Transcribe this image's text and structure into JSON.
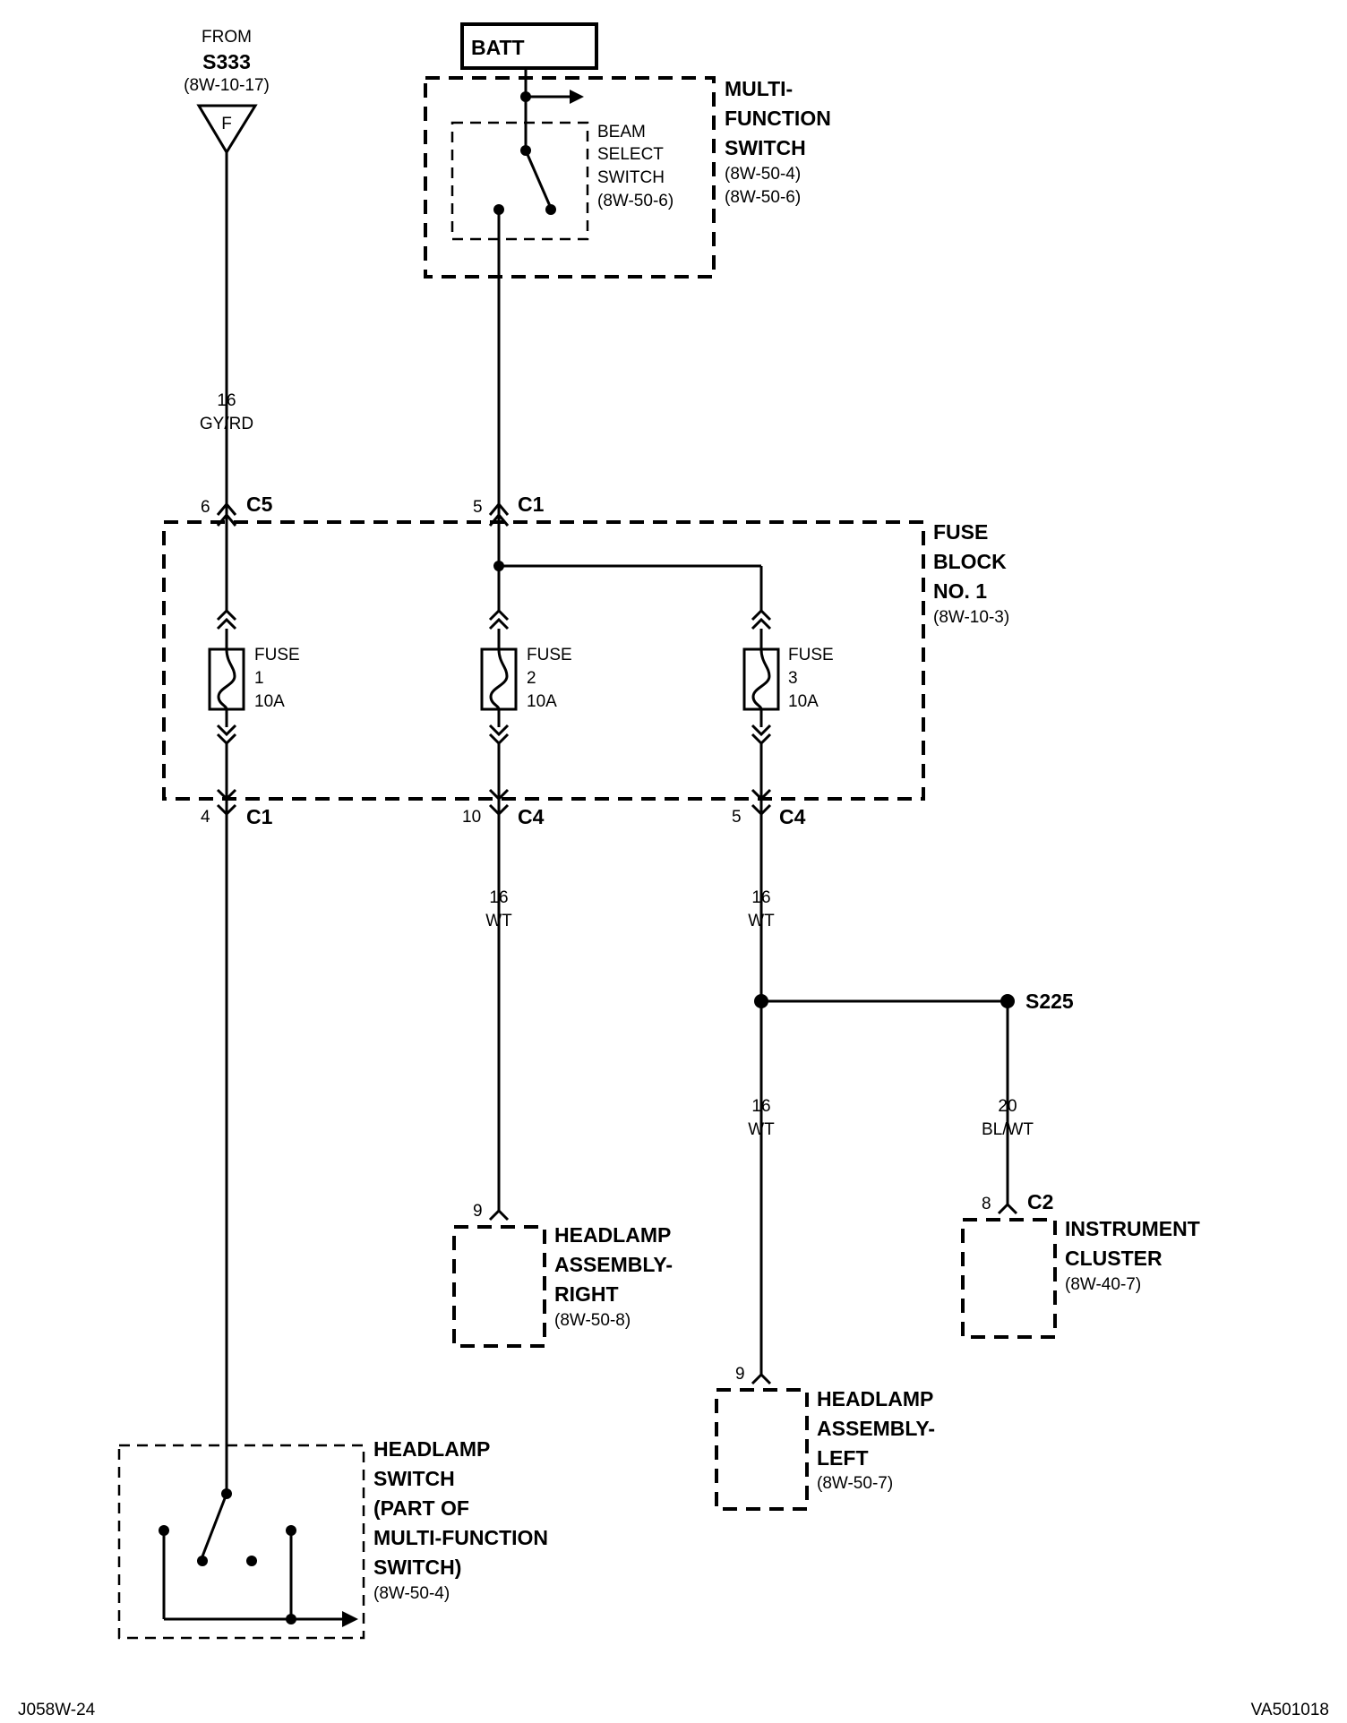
{
  "source": {
    "from_label": "FROM",
    "splice": "S333",
    "ref": "(8W-10-17)",
    "connector_letter": "F"
  },
  "batt_label": "BATT",
  "multi_function_switch": {
    "title_lines": [
      "MULTI-",
      "FUNCTION",
      "SWITCH"
    ],
    "refs": [
      "(8W-50-4)",
      "(8W-50-6)"
    ],
    "beam_select_lines": [
      "BEAM",
      "SELECT",
      "SWITCH",
      "(8W-50-6)"
    ]
  },
  "wires": {
    "source_wire": {
      "gauge": "16",
      "color": "GY/RD"
    },
    "right_headlamp_wire": {
      "gauge": "16",
      "color": "WT"
    },
    "fuse3_out_wire": {
      "gauge": "16",
      "color": "WT"
    },
    "left_headlamp_wire": {
      "gauge": "16",
      "color": "WT"
    },
    "cluster_wire": {
      "gauge": "20",
      "color": "BL/WT"
    }
  },
  "connectors": {
    "c5_in": {
      "pin": "6",
      "name": "C5"
    },
    "c1_in": {
      "pin": "5",
      "name": "C1"
    },
    "c1_out": {
      "pin": "4",
      "name": "C1"
    },
    "c4_out_a": {
      "pin": "10",
      "name": "C4"
    },
    "c4_out_b": {
      "pin": "5",
      "name": "C4"
    },
    "headlamp_right_pin": "9",
    "headlamp_left_pin": "9",
    "cluster": {
      "pin": "8",
      "name": "C2"
    }
  },
  "fuse_block": {
    "title_lines": [
      "FUSE",
      "BLOCK",
      "NO. 1"
    ],
    "ref": "(8W-10-3)",
    "fuses": [
      {
        "lines": [
          "FUSE",
          "1",
          "10A"
        ]
      },
      {
        "lines": [
          "FUSE",
          "2",
          "10A"
        ]
      },
      {
        "lines": [
          "FUSE",
          "3",
          "10A"
        ]
      }
    ]
  },
  "splice_s225": "S225",
  "headlamp_right": {
    "lines": [
      "HEADLAMP",
      "ASSEMBLY-",
      "RIGHT"
    ],
    "ref": "(8W-50-8)"
  },
  "headlamp_left": {
    "lines": [
      "HEADLAMP",
      "ASSEMBLY-",
      "LEFT"
    ],
    "ref": "(8W-50-7)"
  },
  "instrument_cluster": {
    "lines": [
      "INSTRUMENT",
      "CLUSTER"
    ],
    "ref": "(8W-40-7)"
  },
  "headlamp_switch": {
    "lines": [
      "HEADLAMP",
      "SWITCH",
      "(PART OF",
      "MULTI-FUNCTION",
      "SWITCH)"
    ],
    "ref": "(8W-50-4)"
  },
  "footer": {
    "left": "J058W-24",
    "right": "VA501018"
  }
}
